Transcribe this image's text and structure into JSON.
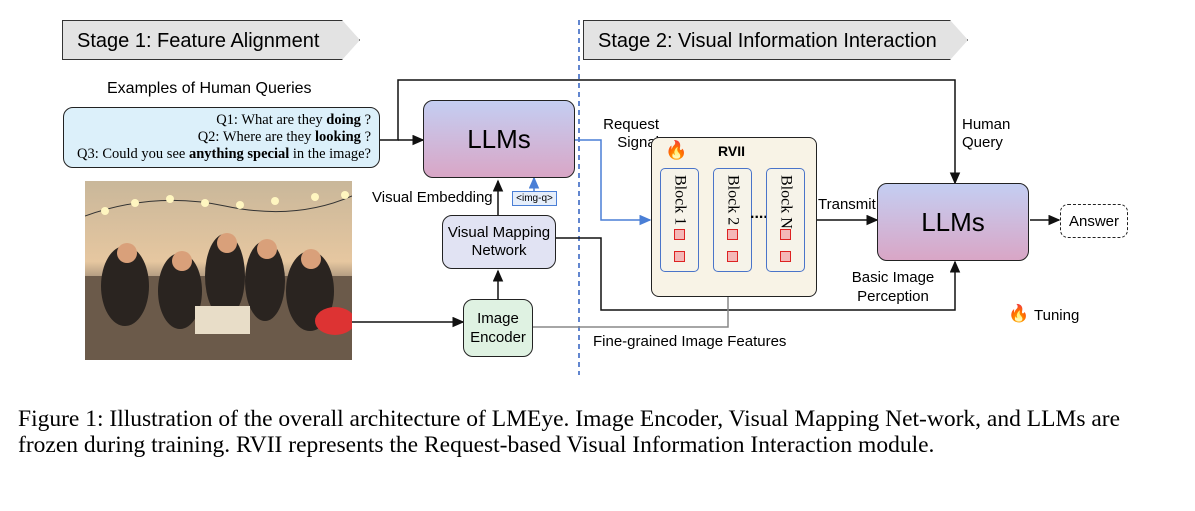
{
  "stage1": {
    "title": "Stage 1: Feature Alignment"
  },
  "stage2": {
    "title": "Stage 2: Visual Information Interaction"
  },
  "queries": {
    "heading": "Examples of Human Queries",
    "q1": {
      "pre": "Q1: What are they ",
      "bold": "doing",
      "post": " ?"
    },
    "q2": {
      "pre": "Q2: Where are they ",
      "bold": "looking",
      "post": " ?"
    },
    "q3": {
      "pre": "Q3: Could you see ",
      "bold": "anything special",
      "post": " in the image?"
    }
  },
  "llm_left": {
    "label": "LLMs"
  },
  "llm_right": {
    "label": "LLMs"
  },
  "img_q": {
    "label": "<img-q>"
  },
  "visual_embedding": {
    "label": "Visual Embedding"
  },
  "vmn": {
    "label": "Visual Mapping Network"
  },
  "image_encoder": {
    "label": "Image Encoder"
  },
  "rvii": {
    "title": "RVII",
    "blocks": [
      "Block 1",
      "Block 2",
      "Block N"
    ],
    "ellipsis": "....."
  },
  "labels": {
    "request_signal": "Request Signal",
    "human_query": "Human Query",
    "transmit": "Transmit",
    "basic_perception": "Basic Image Perception",
    "fine_grained": "Fine-grained Image Features",
    "tuning": "Tuning"
  },
  "answer": {
    "label": "Answer"
  },
  "caption": {
    "text": "Figure 1: Illustration of the overall architecture of LMEye. Image Encoder, Visual Mapping Net-work, and LLMs are frozen during training. RVII represents the Request-based Visual Information Interaction module."
  }
}
